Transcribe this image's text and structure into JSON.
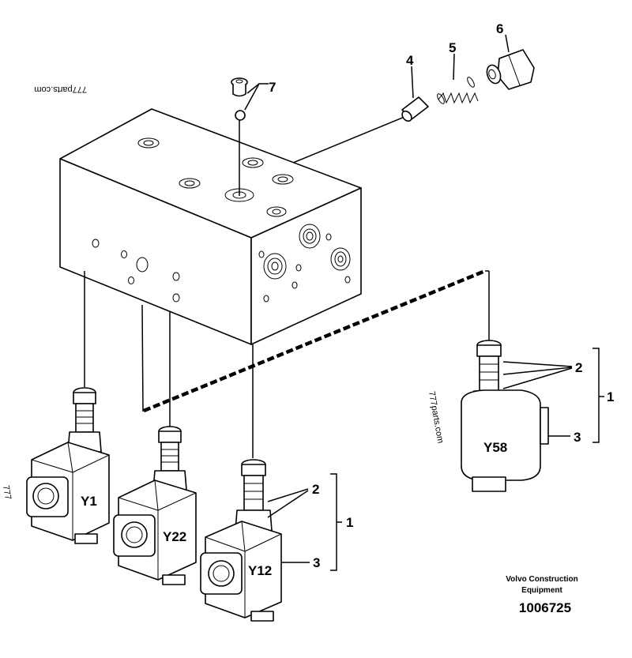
{
  "callouts": {
    "c1_left": "1",
    "c1_right": "1",
    "c2_left": "2",
    "c2_right": "2",
    "c3_left": "3",
    "c3_right": "3",
    "c4": "4",
    "c5": "5",
    "c6": "6",
    "c7": "7"
  },
  "solenoids": {
    "y1": "Y1",
    "y22": "Y22",
    "y12": "Y12",
    "y58": "Y58"
  },
  "watermarks": {
    "top": "777parts.com",
    "right": "777parts.com",
    "left_edge": "777"
  },
  "footer": {
    "brand_line1": "Volvo Construction",
    "brand_line2": "Equipment",
    "doc_number": "1006725"
  }
}
